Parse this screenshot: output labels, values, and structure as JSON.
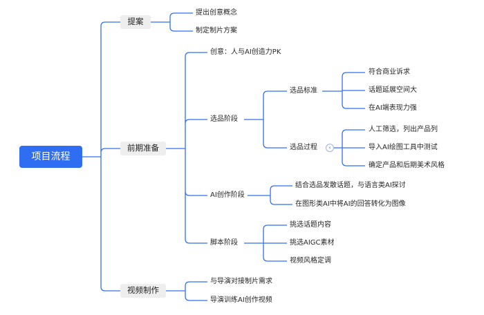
{
  "mindmap": {
    "root": "项目流程",
    "proposal": {
      "label": "提案",
      "items": [
        "提出创意概念",
        "制定制片方案"
      ]
    },
    "prep": {
      "label": "前期准备",
      "idea": "创意：人与AI创造力PK",
      "selection": {
        "label": "选品阶段",
        "standard": {
          "label": "选品标准",
          "items": [
            "符合商业诉求",
            "话题延展空间大",
            "在AI端表现力强"
          ]
        },
        "process": {
          "label": "选品过程",
          "items": [
            "人工筛选，列出产品列",
            "导入AI绘图工具中测试",
            "确定产品和后期美术风格"
          ]
        }
      },
      "ai_creation": {
        "label": "AI创作阶段",
        "items": [
          "结合选品发散话题，与语言类AI探讨",
          "在图形类AI中将AI的回答转化为图像"
        ]
      },
      "script": {
        "label": "脚本阶段",
        "items": [
          "挑选话题内容",
          "挑选AIGC素材",
          "视频风格定调"
        ]
      }
    },
    "video": {
      "label": "视频制作",
      "items": [
        "与导演对接制片需求",
        "导演训练AI创作视频"
      ]
    },
    "line_color": "#2f6ef2",
    "root_color": "#2f6ef2",
    "collapse_icon": "chevron-left-icon"
  }
}
